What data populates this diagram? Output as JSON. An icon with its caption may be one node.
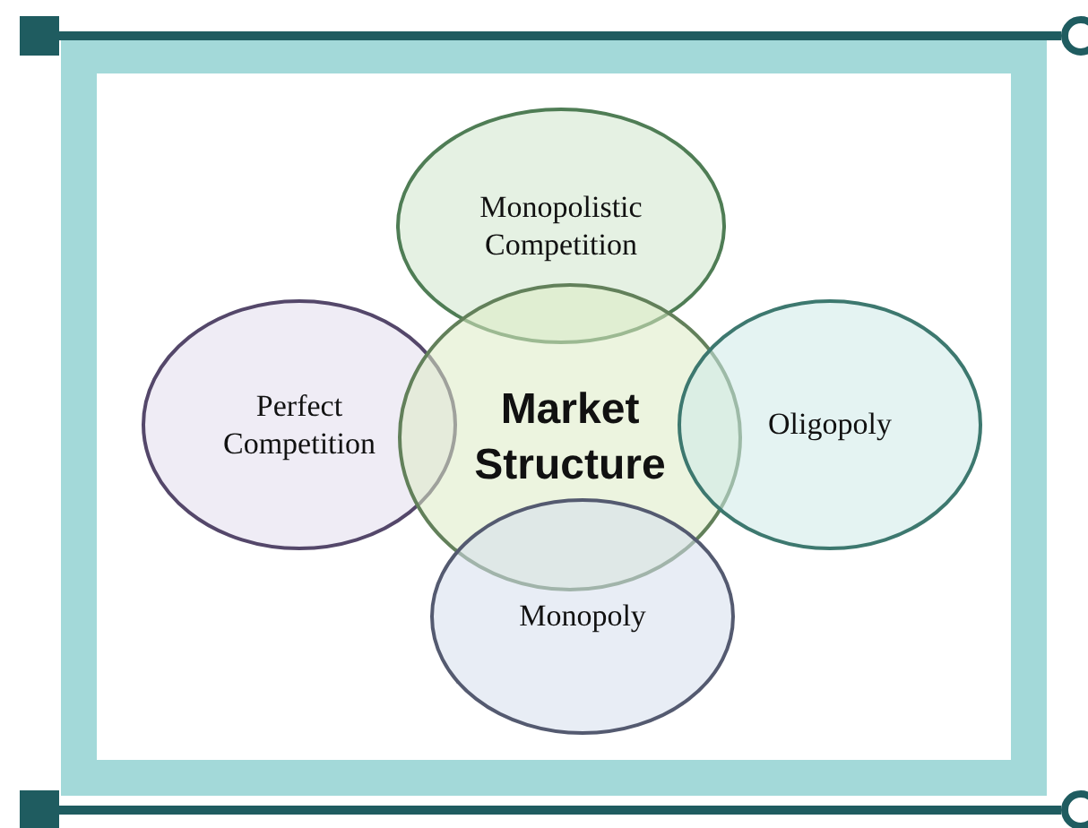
{
  "diagram": {
    "nodes": [
      {
        "text": [
          "Monopolistic Competition"
        ]
      },
      {
        "text": [
          "Perfect Competition"
        ]
      },
      {
        "text": [
          "Market Structure"
        ]
      },
      {
        "text": [
          "Oligopoly"
        ]
      },
      {
        "text": [
          "Monopoly"
        ]
      }
    ]
  }
}
